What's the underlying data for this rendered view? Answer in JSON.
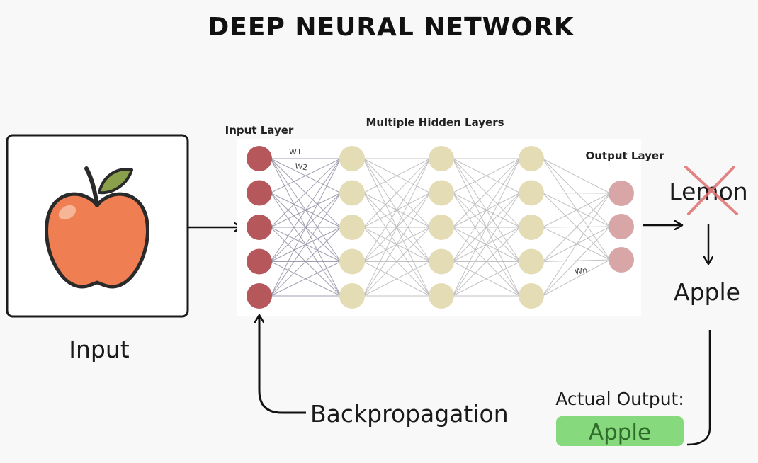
{
  "title": "DEEP NEURAL NETWORK",
  "input": {
    "label": "Input",
    "image_icon": "apple-icon"
  },
  "layers": {
    "input_label": "Input Layer",
    "hidden_label": "Multiple Hidden Layers",
    "output_label": "Output Layer",
    "input_nodes": 5,
    "hidden_layers": 3,
    "hidden_nodes": 5,
    "output_nodes": 3
  },
  "weights": {
    "w1": "W1",
    "w2": "W2",
    "wn": "Wn"
  },
  "prediction": {
    "wrong": "Lemon",
    "corrected": "Apple"
  },
  "actual": {
    "label": "Actual Output:",
    "value": "Apple"
  },
  "backprop": {
    "label": "Backpropagation"
  },
  "colors": {
    "input_node": "#b5575b",
    "hidden_node": "#e3dcb5",
    "output_node": "#d8a6a6",
    "cross": "#e07070",
    "badge": "#86d97c",
    "apple_body": "#ef7f52",
    "leaf": "#8aa04a"
  }
}
